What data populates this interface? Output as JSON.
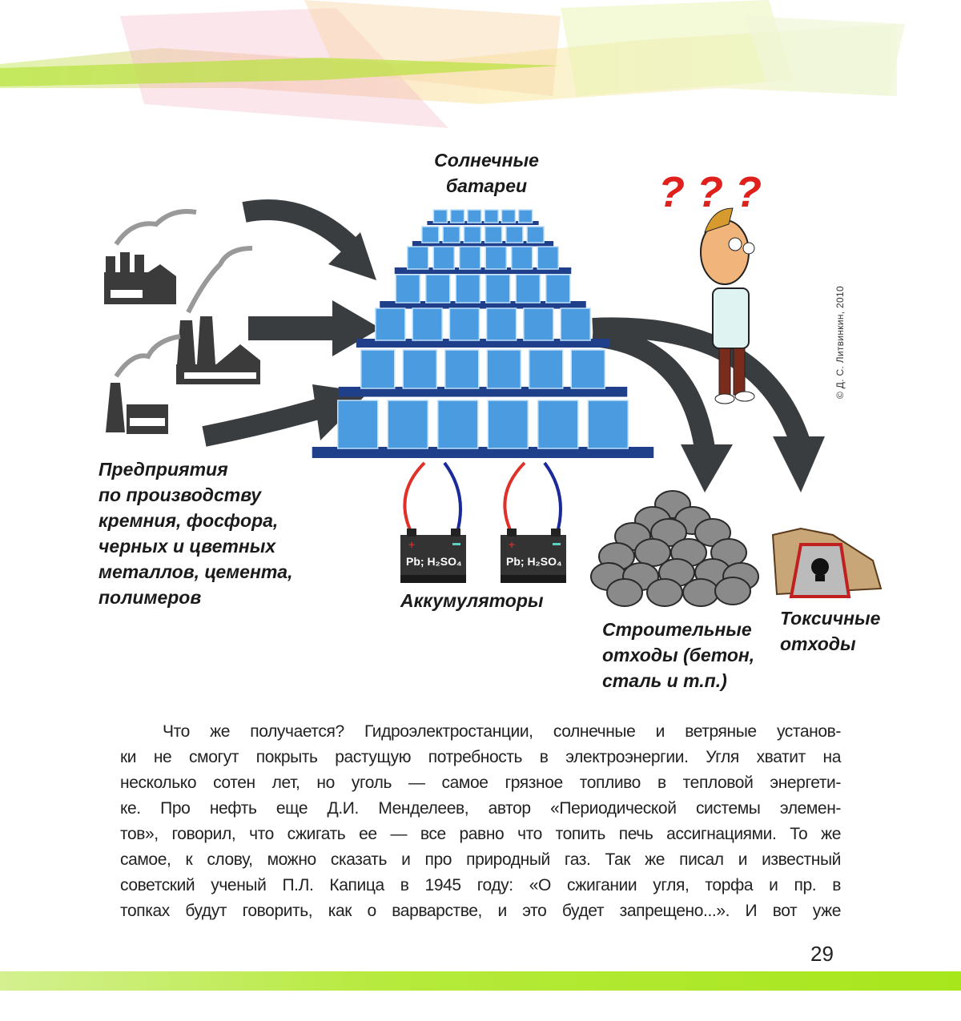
{
  "illustration": {
    "solar_label": [
      "Солнечные",
      "батареи"
    ],
    "enterprises_label": [
      "Предприятия",
      "по производству",
      "кремния, фосфора,",
      "черных и цветных",
      "металлов, цемента,",
      "полимеров"
    ],
    "batteries_label": "Аккумуляторы",
    "battery_text": "Pb; H₂SO₄",
    "construction_waste_label": [
      "Строительные",
      "отходы (бетон,",
      "сталь и т.п.)"
    ],
    "toxic_waste_label": [
      "Токсичные",
      "отходы"
    ],
    "question_marks": "? ? ?",
    "copyright": "© Д. С. Литвинкин, 2010"
  },
  "body_text": {
    "lines": [
      "Что же получается? Гидроэлектростанции, солнечные и ветряные установ-",
      "ки не смогут покрыть растущую потребность в электроэнергии. Угля хватит на",
      "несколько сотен лет, но уголь — самое грязное топливо в тепловой энергети-",
      "ке. Про нефть еще Д.И. Менделеев, автор «Периодической системы элемен-",
      "тов», говорил, что сжигать ее — все равно что топить печь ассигнациями. То же",
      "самое, к слову, можно сказать и про природный газ. Так же писал и известный",
      "советский ученый П.Л. Капица в 1945 году: «О сжигании угля, торфа и пр. в",
      "топках будут говорить, как о варварстве, и это будет запрещено...». И вот уже"
    ]
  },
  "page_number": "29",
  "colors": {
    "accent_green": "#a8e61c",
    "arrow": "#3a3d3f",
    "panel": "#4a9be0",
    "platform": "#1f3f8a"
  }
}
